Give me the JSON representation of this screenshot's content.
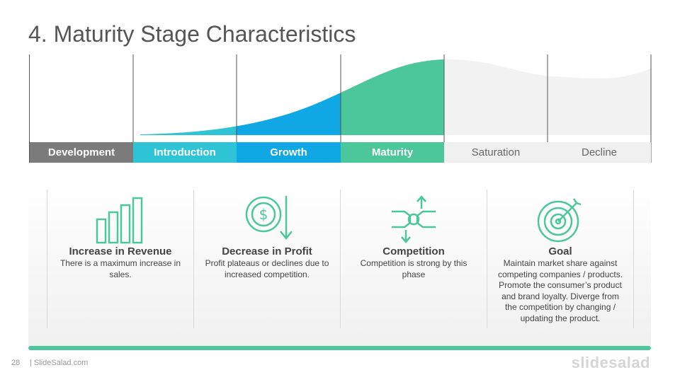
{
  "title": "4. Maturity Stage Characteristics",
  "stages": [
    {
      "label": "Development",
      "color": "#7b7b7b",
      "style": "bold"
    },
    {
      "label": "Introduction",
      "color": "#2ec4d6",
      "style": "bold"
    },
    {
      "label": "Growth",
      "color": "#0fa7e4",
      "style": "bold"
    },
    {
      "label": "Maturity",
      "color": "#4cc79b",
      "style": "bold"
    },
    {
      "label": "Saturation",
      "color": "#f0f0f0",
      "style": "light"
    },
    {
      "label": "Decline",
      "color": "#f0f0f0",
      "style": "light"
    }
  ],
  "cards": [
    {
      "icon": "bar-chart-icon",
      "title": "Increase in Revenue",
      "description": "There is a maximum  increase in sales."
    },
    {
      "icon": "dollar-down-icon",
      "title": "Decrease in Profit",
      "description": "Profit plateaus or declines due to increased competition."
    },
    {
      "icon": "competition-fists-icon",
      "title": "Competition",
      "description": "Competition  is strong by this phase"
    },
    {
      "icon": "target-icon",
      "title": "Goal",
      "description": "Maintain market share against competing companies / products. Promote the consumer’s product and brand loyalty. Diverge from the competition by changing / updating the product."
    }
  ],
  "footer": {
    "page_number": "28",
    "source": "| SlideSalad.com",
    "logo": "slidesalad"
  },
  "colors": {
    "accent": "#4cc79b",
    "growth": "#0fa7e4",
    "introduction": "#2ec4d6",
    "development": "#7b7b7b",
    "inactive": "#f0f0f0"
  }
}
